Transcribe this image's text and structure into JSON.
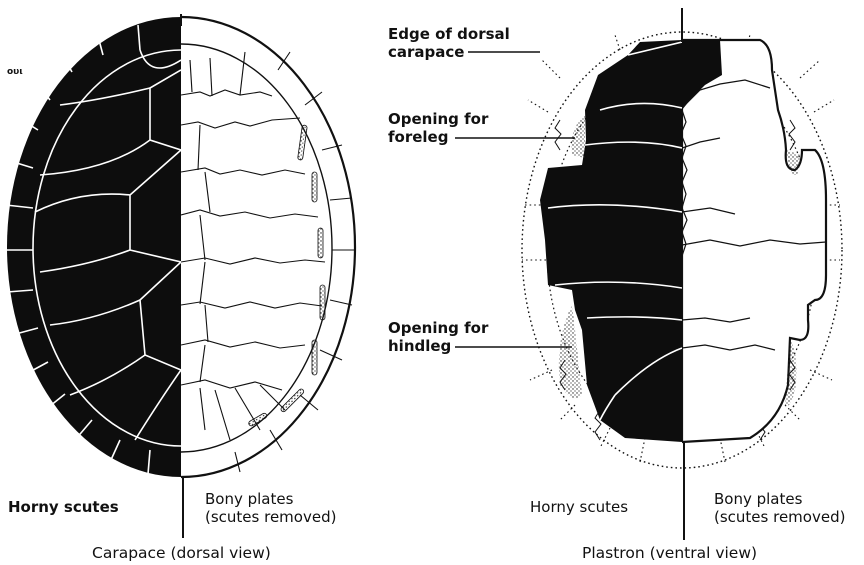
{
  "figure": {
    "mark": "ουι",
    "carapace": {
      "left_label": "Horny scutes",
      "right_label_line1": "Bony plates",
      "right_label_line2": "(scutes removed)",
      "caption": "Carapace (dorsal view)"
    },
    "plastron": {
      "edge_label_line1": "Edge of dorsal",
      "edge_label_line2": "carapace",
      "foreleg_label_line1": "Opening for",
      "foreleg_label_line2": "foreleg",
      "hindleg_label_line1": "Opening for",
      "hindleg_label_line2": "hindleg",
      "left_label": "Horny scutes",
      "right_label_line1": "Bony plates",
      "right_label_line2": "(scutes removed)",
      "caption": "Plastron (ventral view)"
    },
    "colors": {
      "ink": "#0d0d0d",
      "paper": "#ffffff"
    }
  }
}
